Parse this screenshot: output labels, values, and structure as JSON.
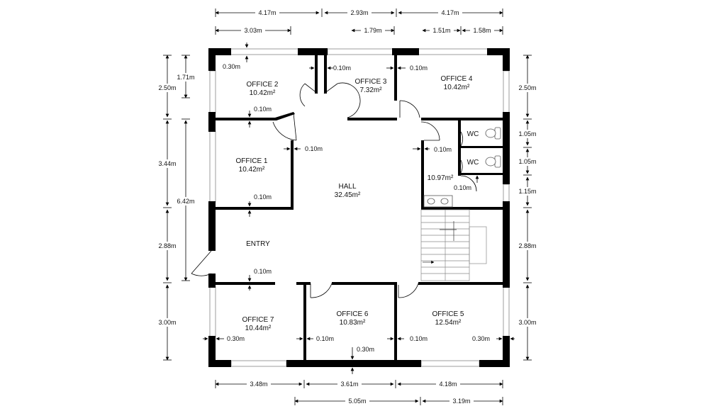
{
  "rooms": {
    "office2": {
      "name": "OFFICE 2",
      "area": "10.42m²"
    },
    "office3": {
      "name": "OFFICE 3",
      "area": "7.32m²"
    },
    "office4": {
      "name": "OFFICE 4",
      "area": "10.42m²"
    },
    "office1": {
      "name": "OFFICE 1",
      "area": "10.42m²"
    },
    "hall": {
      "name": "HALL",
      "area": "32.45m²"
    },
    "wc1": {
      "name": "WC"
    },
    "wc2": {
      "name": "WC"
    },
    "wc_area": {
      "area": "10.97m²"
    },
    "entry": {
      "name": "ENTRY"
    },
    "office7": {
      "name": "OFFICE 7",
      "area": "10.44m²"
    },
    "office6": {
      "name": "OFFICE 6",
      "area": "10.83m²"
    },
    "office5": {
      "name": "OFFICE 5",
      "area": "12.54m²"
    }
  },
  "dimensions": {
    "top_row1": [
      "4.17m",
      "2.93m",
      "4.17m"
    ],
    "top_row2": [
      "3.03m",
      "1.79m",
      "1.51m",
      "1.58m"
    ],
    "left_outer": [
      "2.50m",
      "3.44m",
      "2.88m",
      "3.00m"
    ],
    "left_inner": [
      "1.71m",
      "6.42m"
    ],
    "right": [
      "2.50m",
      "1.05m",
      "1.05m",
      "1.15m",
      "2.88m",
      "3.00m"
    ],
    "bottom_row1": [
      "3.48m",
      "3.61m",
      "4.18m"
    ],
    "bottom_row2": [
      "5.05m",
      "3.19m"
    ]
  },
  "wall_labels": {
    "o2_top": "0.30m",
    "o2_o3": "0.10m",
    "o3_o4": "0.10m",
    "o2_bottom": "0.10m",
    "o1_right": "0.10m",
    "wc_left": "0.10m",
    "wc_bottom": "0.10m",
    "o1_bottom": "0.10m",
    "entry_bottom": "0.10m",
    "o7_left": "0.30m",
    "o7_o6": "0.10m",
    "o6_bottom": "0.30m",
    "o6_o5": "0.10m",
    "o5_right": "0.30m"
  },
  "colors": {
    "wall": "#000000",
    "dim_line": "#000000",
    "window": "#bdbdbd"
  }
}
